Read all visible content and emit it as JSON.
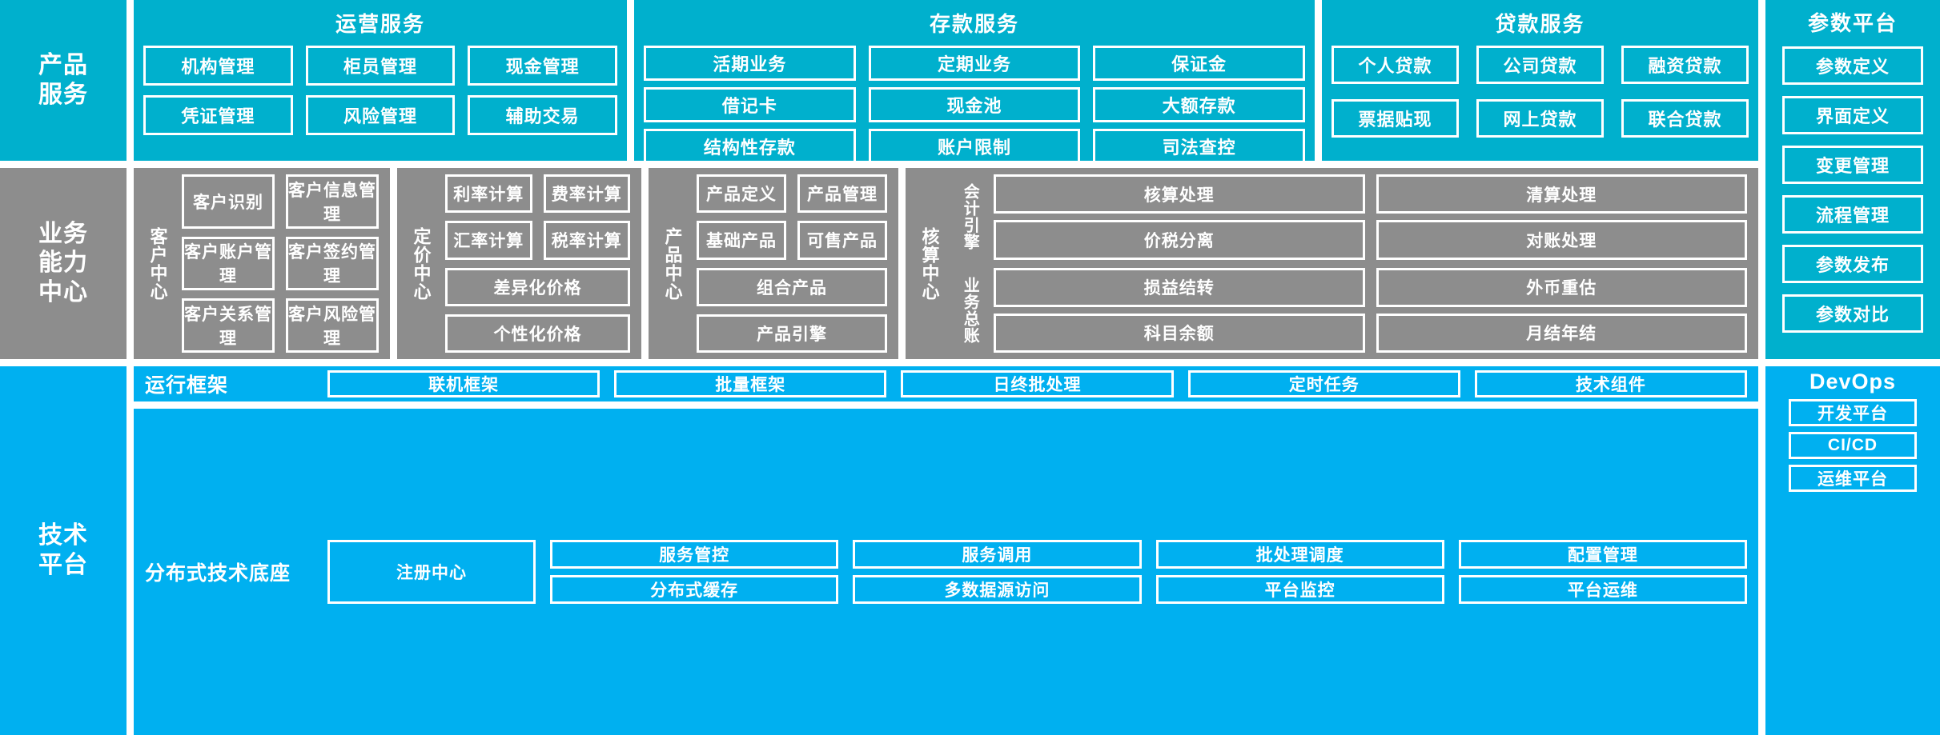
{
  "bands": {
    "product_services": {
      "label": "产品\n服务",
      "label_lines": [
        "产品",
        "服务"
      ],
      "groups": [
        {
          "name": "operation-services",
          "title": "运营服务",
          "tiles": [
            "机构管理",
            "柜员管理",
            "现金管理",
            "凭证管理",
            "风险管理",
            "辅助交易"
          ]
        },
        {
          "name": "deposit-services",
          "title": "存款服务",
          "tiles": [
            "活期业务",
            "定期业务",
            "保证金",
            "借记卡",
            "现金池",
            "大额存款",
            "结构性存款",
            "账户限制",
            "司法查控"
          ]
        },
        {
          "name": "loan-services",
          "title": "贷款服务",
          "tiles": [
            "个人贷款",
            "公司贷款",
            "融资贷款",
            "票据贴现",
            "网上贷款",
            "联合贷款"
          ]
        }
      ]
    },
    "business_capability": {
      "label_lines": [
        "业务",
        "能力",
        "中心"
      ],
      "centers": [
        {
          "name": "customer-center",
          "label": "客户中心",
          "tiles": [
            "客户识别",
            "客户信息管理",
            "客户账户管理",
            "客户签约管理",
            "客户关系管理",
            "客户风险管理"
          ]
        },
        {
          "name": "pricing-center",
          "label": "定价中心",
          "tiles": [
            "利率计算",
            "费率计算",
            "汇率计算",
            "税率计算"
          ],
          "wide_tiles": [
            "差异化价格",
            "个性化价格"
          ]
        },
        {
          "name": "product-center",
          "label": "产品中心",
          "tiles": [
            "产品定义",
            "产品管理",
            "基础产品",
            "可售产品"
          ],
          "wide_tiles": [
            "组合产品",
            "产品引擎"
          ]
        },
        {
          "name": "accounting-center",
          "label": "核算中心",
          "subgroups": [
            {
              "name": "accounting-engine",
              "label": "会计引擎",
              "tiles": [
                "核算处理",
                "清算处理",
                "价税分离",
                "对账处理"
              ]
            },
            {
              "name": "business-ledger",
              "label": "业务总账",
              "tiles": [
                "损益结转",
                "外币重估",
                "科目余额",
                "月结年结"
              ]
            }
          ]
        }
      ]
    },
    "technical_platform": {
      "label_lines": [
        "技术",
        "平台"
      ],
      "strips": [
        {
          "name": "runtime-framework",
          "label": "运行框架",
          "tiles": [
            "联机框架",
            "批量框架",
            "日终批处理",
            "定时任务",
            "技术组件"
          ]
        },
        {
          "name": "distributed-foundation",
          "label": "分布式技术底座",
          "registry": "注册中心",
          "tiles": [
            "服务管控",
            "服务调用",
            "批处理调度",
            "配置管理",
            "分布式缓存",
            "多数据源访问",
            "平台监控",
            "平台运维"
          ]
        }
      ]
    }
  },
  "rails": {
    "parameter_platform": {
      "title": "参数平台",
      "items": [
        "参数定义",
        "界面定义",
        "变更管理",
        "流程管理",
        "参数发布",
        "参数对比"
      ]
    },
    "devops": {
      "title": "DevOps",
      "items": [
        "开发平台",
        "CI/CD",
        "运维平台"
      ]
    }
  },
  "colors": {
    "teal": "#00b0cd",
    "gray": "#8d8d8d",
    "blue": "#00b0f0",
    "border": "#ffffff"
  }
}
